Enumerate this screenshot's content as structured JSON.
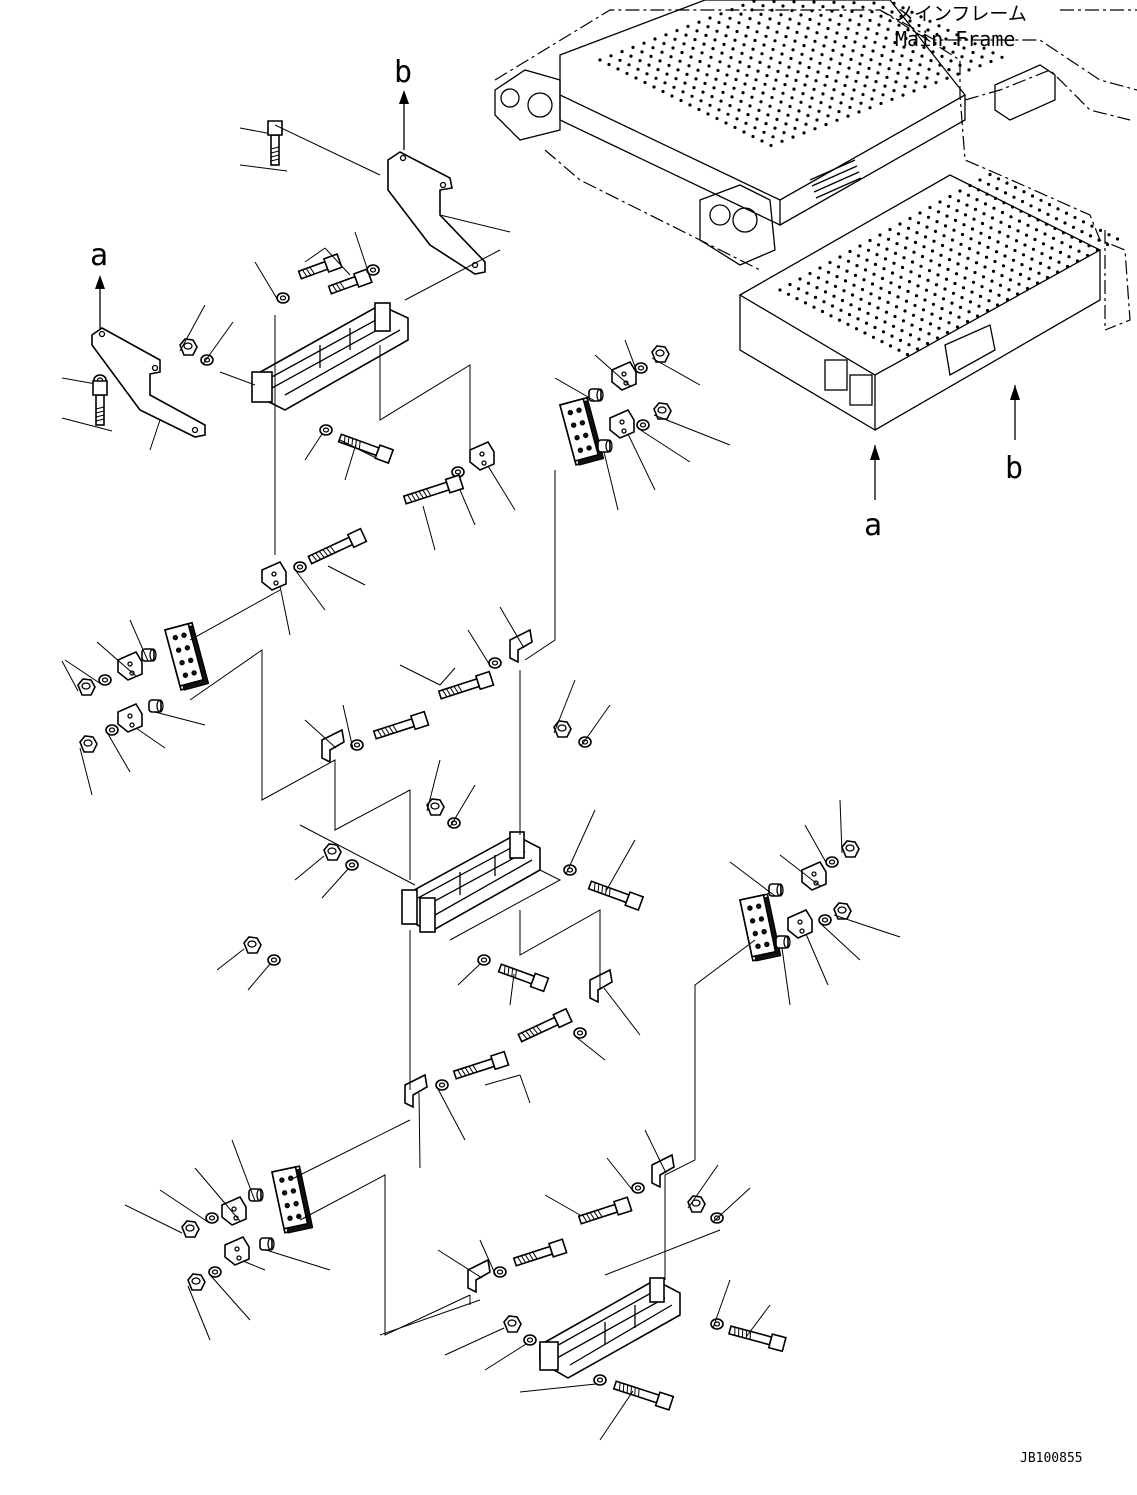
{
  "title_jp": "メインフレーム",
  "title_en": "Main Frame",
  "refs": {
    "a_top": "a",
    "b_top": "b",
    "a_bottom": "a",
    "b_bottom": "b"
  },
  "drawing_code": "JB100855"
}
